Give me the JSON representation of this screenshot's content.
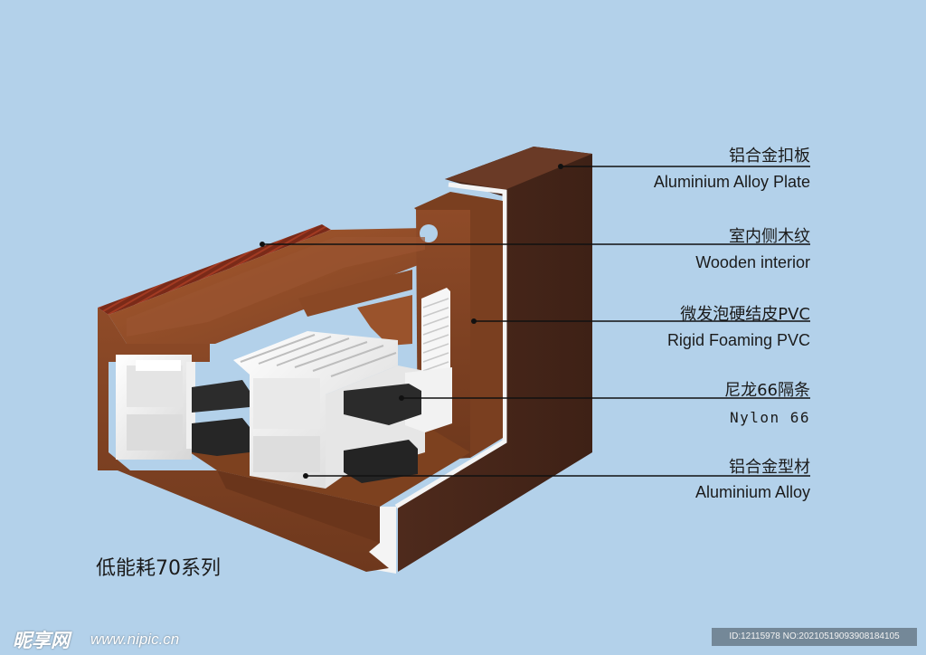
{
  "labels": [
    {
      "cn": "铝合金扣板",
      "en": "Aluminium Alloy Plate"
    },
    {
      "cn": "室内侧木纹",
      "en": "Wooden interior"
    },
    {
      "cn": "微发泡硬结皮PVC",
      "en": "Rigid Foaming PVC"
    },
    {
      "cn": "尼龙66隔条",
      "en": "Nylon 66"
    },
    {
      "cn": "铝合金型材",
      "en": "Aluminium Alloy"
    }
  ],
  "series_title": "低能耗70系列",
  "watermark": {
    "logo": "昵享网",
    "site": "www.nipic.cn",
    "id": "ID:12115978 NO:20210519093908184105"
  },
  "colors": {
    "background": "#b3d1ea",
    "wood_dark": "#5a2f1e",
    "wood_mid": "#8a4a2a",
    "wood_light": "#a85a32",
    "aluminium": "#f3f3f3",
    "nylon": "#2a2a2a",
    "leader": "#111111"
  }
}
